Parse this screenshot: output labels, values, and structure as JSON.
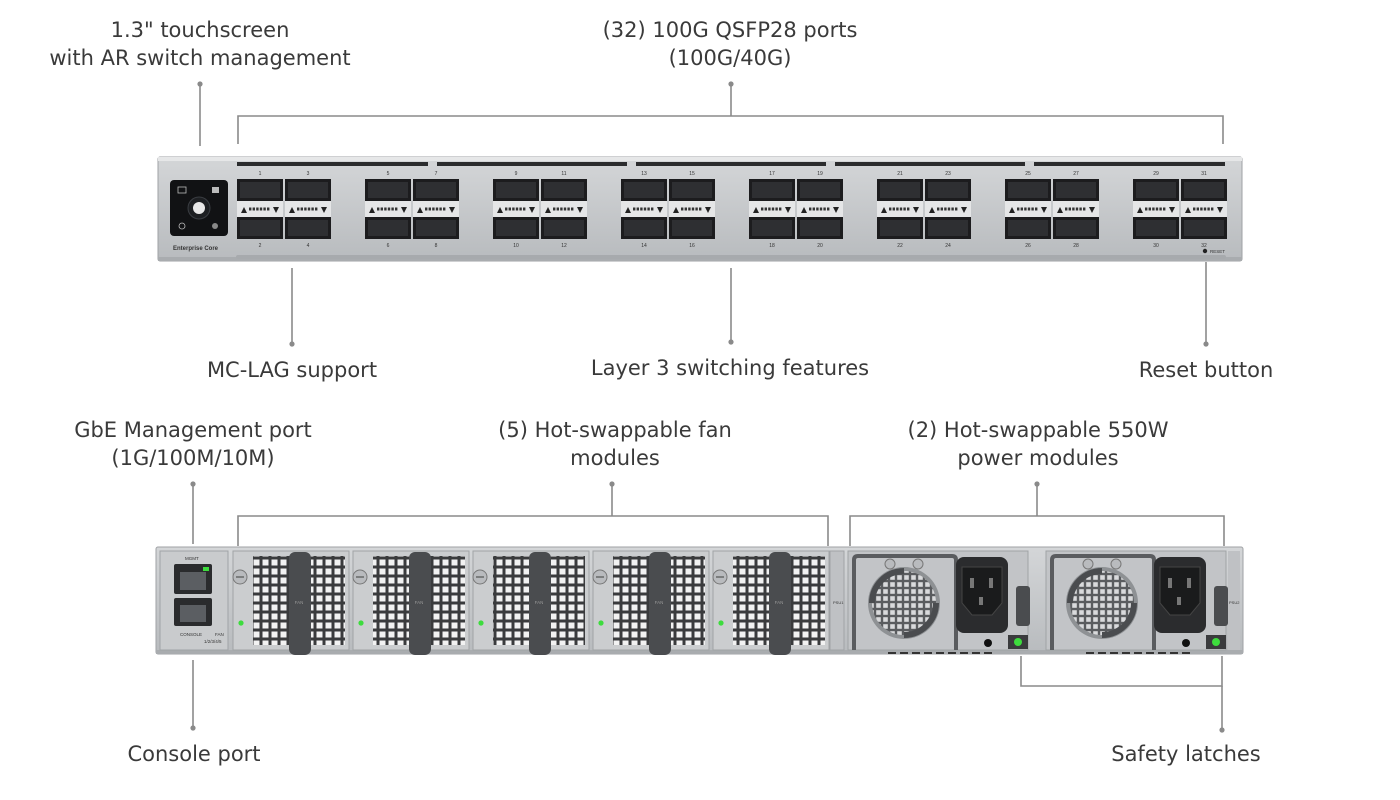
{
  "callouts": {
    "touchscreen": [
      "1.3\" touchscreen",
      "with AR switch management"
    ],
    "qsfp_ports": [
      "(32) 100G QSFP28 ports",
      "(100G/40G)"
    ],
    "mclag": "MC-LAG support",
    "layer3": "Layer 3 switching features",
    "reset": "Reset button",
    "mgmt_port": [
      "GbE Management port",
      "(1G/100M/10M)"
    ],
    "fans": [
      "(5) Hot-swappable fan",
      "modules"
    ],
    "power": [
      "(2) Hot-swappable 550W",
      "power modules"
    ],
    "console": "Console port",
    "latches": "Safety latches"
  },
  "front_panel": {
    "model": "Enterprise Core",
    "reset_label": "RESET",
    "port_numbers_top": [
      "1",
      "3",
      "5",
      "7",
      "9",
      "11",
      "13",
      "15",
      "17",
      "19",
      "21",
      "23",
      "25",
      "27",
      "29",
      "31"
    ],
    "port_numbers_bottom": [
      "2",
      "4",
      "6",
      "8",
      "10",
      "12",
      "14",
      "16",
      "18",
      "20",
      "22",
      "24",
      "26",
      "28",
      "30",
      "32"
    ]
  },
  "rear_panel": {
    "mgmt_label": "MGMT",
    "console_label": "CONSOLE",
    "fan_label": "FAN",
    "fan_numbers": "1/2/3/4/5",
    "psu_label_1": "PSU1",
    "psu_label_2": "PSU2",
    "fan_modules": [
      "FAN",
      "FAN",
      "FAN",
      "FAN",
      "FAN"
    ]
  },
  "colors": {
    "chassis": "#c4c6c8",
    "chassis_dark": "#9fa2a5",
    "port": "#1c1c1e",
    "leader": "#8a8a8a",
    "led": "#3ddc3d"
  }
}
